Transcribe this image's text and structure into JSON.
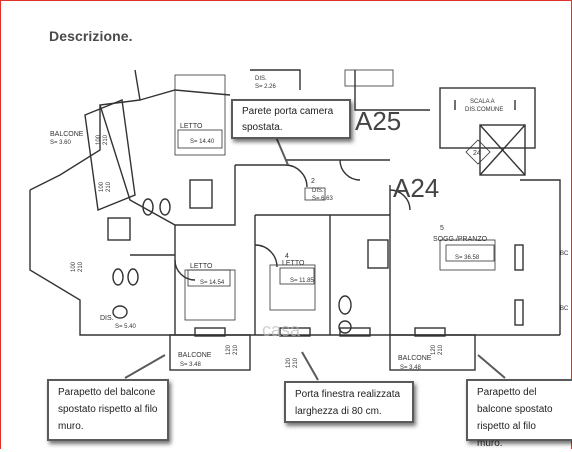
{
  "section": {
    "title": "Descrizione."
  },
  "plan_labels": {
    "balcone_top": "BALCONE",
    "balcone_top_area": "S= 3.60",
    "letto_top": "LETTO",
    "letto_top_area": "S= 14.40",
    "dis_top": "DIS.",
    "dis_top_area": "S= 2.26",
    "unit_a25": "A25",
    "unit_a24": "A24",
    "scala_line1": "SCALA A",
    "scala_line2": "DIS.COMUNE",
    "dis_center": "DIS.",
    "dis_center_area": "S= 6.63",
    "letto_left": "LETTO",
    "letto_left_area": "S= 14.54",
    "letto_center": "LETTO",
    "letto_center_area": "S= 11.85",
    "sogg_pranzo": "SOGG./PRANZO",
    "sogg_area": "S= 36.58",
    "dis_left": "DIS.",
    "dis_left_area": "S= 5.40",
    "balcone_left": "BALCONE",
    "balcone_left_area": "S= 3.48",
    "balcone_right": "BALCONE",
    "balcone_right_area": "S= 3.48",
    "watermark": "casa",
    "dim_100_210": "100\n210",
    "dim_120_210": "120\n210",
    "num_2": "2",
    "num_4": "4",
    "num_5": "5",
    "num_24": "24",
    "bc": "BC"
  },
  "callouts": {
    "parete": "Parete porta camera spostata.",
    "parapetto_left": "Parapetto del balcone spostato rispetto al filo muro.",
    "porta_finestra": "Porta finestra realizzata larghezza di 80 cm.",
    "parapetto_right": "Parapetto del balcone spostato rispetto al filo muro."
  }
}
